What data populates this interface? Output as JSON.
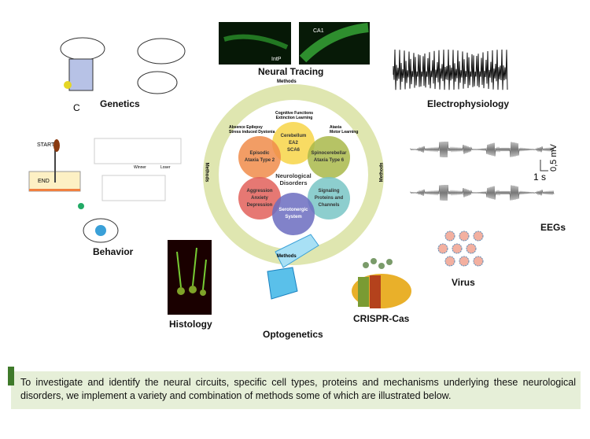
{
  "center": {
    "title_line1": "Neurological",
    "title_line2": "Disorders",
    "ring_label": "Methods",
    "circles": [
      {
        "lines": [
          "Cerebellum",
          "EA2",
          "SCA6"
        ],
        "color": "#f7d548"
      },
      {
        "lines": [
          "Episodic",
          "Ataxia Type 2"
        ],
        "color": "#f08c4a"
      },
      {
        "lines": [
          "Spinocerebellar",
          "Ataxia Type 6"
        ],
        "color": "#a9b84a"
      },
      {
        "lines": [
          "Aggression",
          "Anxiety",
          "Depression"
        ],
        "color": "#e2605a"
      },
      {
        "lines": [
          "Signaling",
          "Proteins and",
          "Channels"
        ],
        "color": "#79c6c6"
      },
      {
        "lines": [
          "Serotonergic",
          "System"
        ],
        "color": "#6b6cbf"
      }
    ],
    "annotations": {
      "top": [
        "Cognitive Functions",
        "Extinction Learning"
      ],
      "left": [
        "Absence Epilepsy",
        "Stress induced Dystonia"
      ],
      "right": [
        "Ataxia",
        "Motor Learning"
      ]
    }
  },
  "methods": {
    "genetics": "Genetics",
    "neural_tracing": "Neural Tracing",
    "electrophysiology": "Electrophysiology",
    "eegs": "EEGs",
    "behavior": "Behavior",
    "histology": "Histology",
    "optogenetics": "Optogenetics",
    "crispr": "CRISPR-Cas",
    "virus": "Virus"
  },
  "image_text": {
    "intp": "IntP",
    "ca1": "CA1",
    "start": "START",
    "end": "END",
    "winner": "Winner",
    "loser": "Loser",
    "c": "C",
    "scale_mv": "0,5 mV",
    "scale_s": "1 s"
  },
  "caption": "To investigate and identify the neural circuits, specific cell types, proteins and mechanisms underlying these neurological disorders, we implement a variety and combination of methods some of which are illustrated below."
}
